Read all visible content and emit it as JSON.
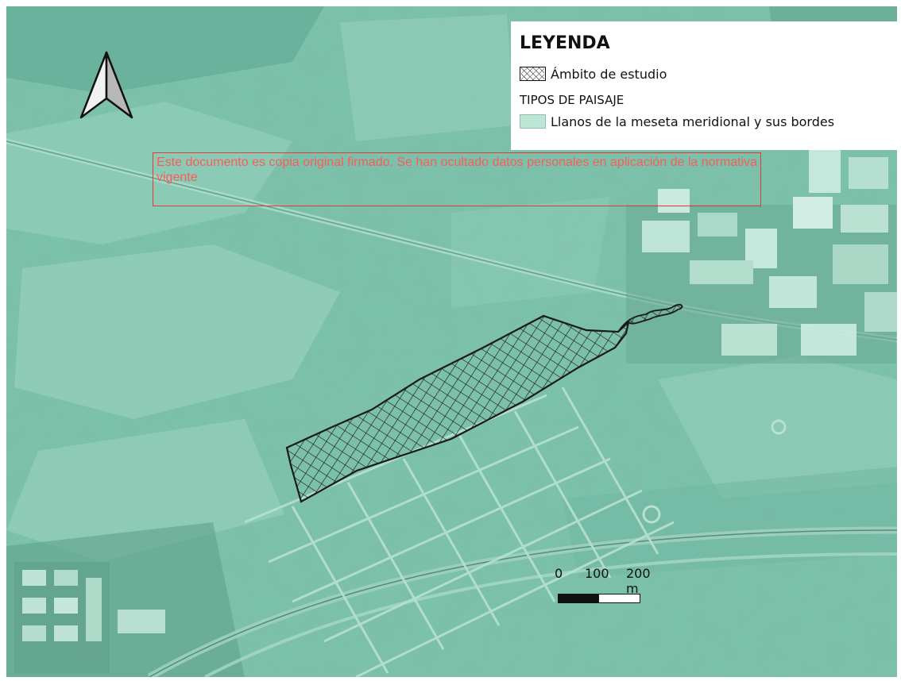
{
  "legend": {
    "title": "LEYENDA",
    "items": [
      {
        "label": "Ámbito de estudio",
        "symbol": "crosshatch-pattern-icon"
      }
    ],
    "section_title": "TIPOS DE PAISAJE",
    "landscape_types": [
      {
        "label": "Llanos de la meseta meridional y sus bordes",
        "color": "#bde6d6"
      }
    ]
  },
  "watermark": {
    "text": "Este documento es copia original firmado. Se han ocultado datos personales en aplicación de la normativa vigente",
    "color": "#ff5a5a"
  },
  "scale_bar": {
    "labels": [
      "0",
      "100",
      "200 m"
    ]
  },
  "map": {
    "base_color": "#7dc3ad",
    "study_area_outline": "#1a1a1a"
  }
}
